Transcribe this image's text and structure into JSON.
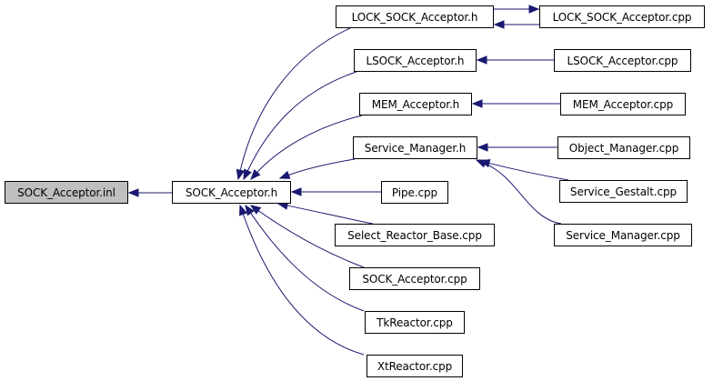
{
  "diagram": {
    "type": "include-dependency-graph",
    "edge_color": "#191970",
    "root_fill": "#bfbfbf",
    "node_fill": "#ffffff",
    "nodes": [
      {
        "id": "sock_acceptor_inl",
        "label": "SOCK_Acceptor.inl",
        "root": true
      },
      {
        "id": "sock_acceptor_h",
        "label": "SOCK_Acceptor.h"
      },
      {
        "id": "lock_sock_acceptor_h",
        "label": "LOCK_SOCK_Acceptor.h"
      },
      {
        "id": "lock_sock_acceptor_cpp",
        "label": "LOCK_SOCK_Acceptor.cpp"
      },
      {
        "id": "lsock_acceptor_h",
        "label": "LSOCK_Acceptor.h"
      },
      {
        "id": "lsock_acceptor_cpp",
        "label": "LSOCK_Acceptor.cpp"
      },
      {
        "id": "mem_acceptor_h",
        "label": "MEM_Acceptor.h"
      },
      {
        "id": "mem_acceptor_cpp",
        "label": "MEM_Acceptor.cpp"
      },
      {
        "id": "service_manager_h",
        "label": "Service_Manager.h"
      },
      {
        "id": "object_manager_cpp",
        "label": "Object_Manager.cpp"
      },
      {
        "id": "pipe_cpp",
        "label": "Pipe.cpp"
      },
      {
        "id": "service_gestalt_cpp",
        "label": "Service_Gestalt.cpp"
      },
      {
        "id": "select_reactor_base_cpp",
        "label": "Select_Reactor_Base.cpp"
      },
      {
        "id": "service_manager_cpp",
        "label": "Service_Manager.cpp"
      },
      {
        "id": "sock_acceptor_cpp",
        "label": "SOCK_Acceptor.cpp"
      },
      {
        "id": "tkreactor_cpp",
        "label": "TkReactor.cpp"
      },
      {
        "id": "xtreactor_cpp",
        "label": "XtReactor.cpp"
      }
    ],
    "edges": [
      {
        "from": "sock_acceptor_h",
        "to": "sock_acceptor_inl"
      },
      {
        "from": "lock_sock_acceptor_h",
        "to": "sock_acceptor_h"
      },
      {
        "from": "lsock_acceptor_h",
        "to": "sock_acceptor_h"
      },
      {
        "from": "mem_acceptor_h",
        "to": "sock_acceptor_h"
      },
      {
        "from": "service_manager_h",
        "to": "sock_acceptor_h"
      },
      {
        "from": "pipe_cpp",
        "to": "sock_acceptor_h"
      },
      {
        "from": "select_reactor_base_cpp",
        "to": "sock_acceptor_h"
      },
      {
        "from": "sock_acceptor_cpp",
        "to": "sock_acceptor_h"
      },
      {
        "from": "tkreactor_cpp",
        "to": "sock_acceptor_h"
      },
      {
        "from": "xtreactor_cpp",
        "to": "sock_acceptor_h"
      },
      {
        "from": "lock_sock_acceptor_h",
        "to": "lock_sock_acceptor_cpp"
      },
      {
        "from": "lock_sock_acceptor_cpp",
        "to": "lock_sock_acceptor_h"
      },
      {
        "from": "lsock_acceptor_cpp",
        "to": "lsock_acceptor_h"
      },
      {
        "from": "mem_acceptor_cpp",
        "to": "mem_acceptor_h"
      },
      {
        "from": "object_manager_cpp",
        "to": "service_manager_h"
      },
      {
        "from": "service_gestalt_cpp",
        "to": "service_manager_h"
      },
      {
        "from": "service_manager_cpp",
        "to": "service_manager_h"
      }
    ]
  }
}
